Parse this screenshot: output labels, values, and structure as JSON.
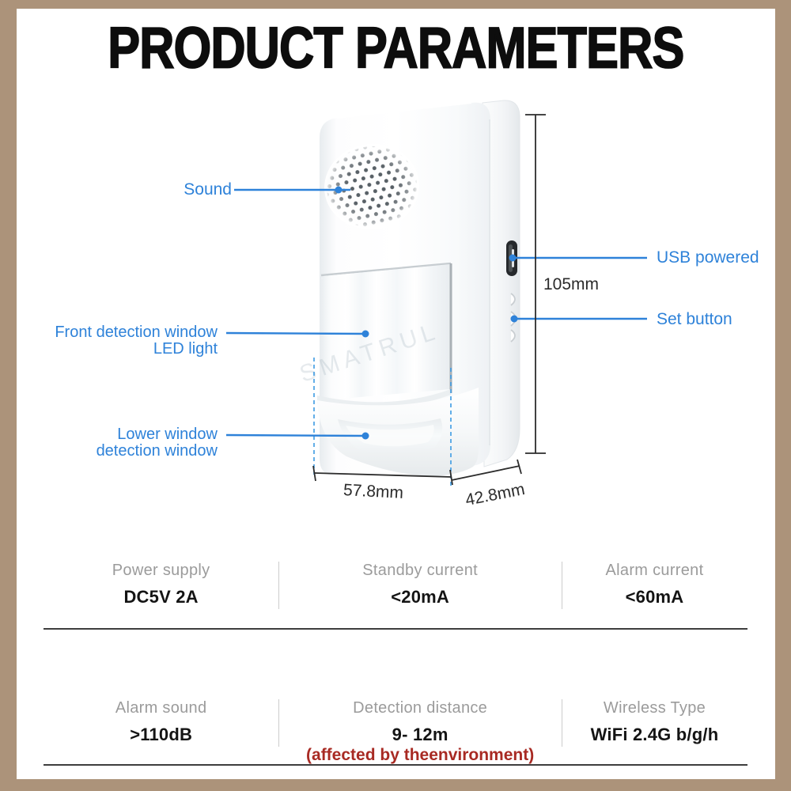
{
  "title": "PRODUCT PARAMETERS",
  "device": {
    "watermark": "SMATRUL",
    "callouts": {
      "sound": "Sound",
      "front_window_line1": "Front detection window",
      "front_window_line2": "LED light",
      "lower_window_line1": "Lower window",
      "lower_window_line2": "detection window",
      "usb_powered": "USB powered",
      "set_button": "Set button"
    },
    "dimensions": {
      "height": "105mm",
      "width": "57.8mm",
      "depth": "42.8mm"
    }
  },
  "specs": {
    "row1": [
      {
        "label": "Power supply",
        "value": "DC5V 2A"
      },
      {
        "label": "Standby current",
        "value": "<20mA"
      },
      {
        "label": "Alarm current",
        "value": "<60mA"
      }
    ],
    "row2": [
      {
        "label": "Alarm sound",
        "value": ">110dB"
      },
      {
        "label": "Detection distance",
        "value": "9- 12m",
        "note": "(affected by theenvironment)"
      },
      {
        "label": "Wireless Type",
        "value": "WiFi 2.4G b/g/h"
      }
    ]
  },
  "colors": {
    "accent_blue": "#2e82d9",
    "dashed_blue": "#3d9be3",
    "frame_tan": "#ac937a",
    "note_red": "#a82a23",
    "label_gray": "#9b9b9b",
    "value_black": "#141414"
  }
}
